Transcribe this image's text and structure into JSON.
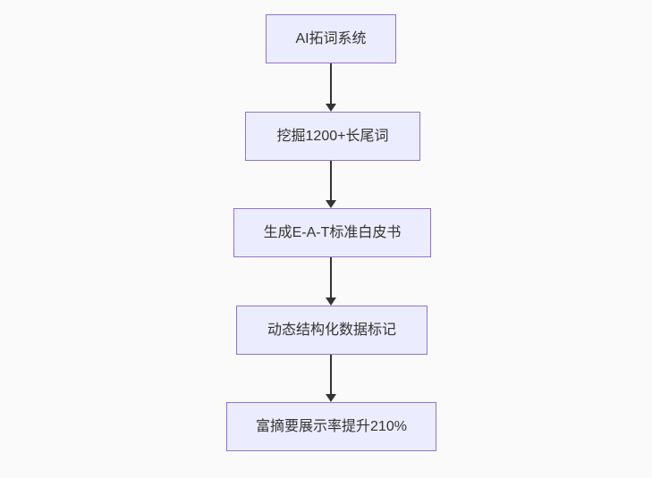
{
  "diagram": {
    "type": "flowchart",
    "direction": "top-down",
    "nodes": [
      {
        "label": "AI拓词系统"
      },
      {
        "label": "挖掘1200+长尾词"
      },
      {
        "label": "生成E-A-T标准白皮书"
      },
      {
        "label": "动态结构化数据标记"
      },
      {
        "label": "富摘要展示率提升210%"
      }
    ],
    "edges": [
      {
        "from": 0,
        "to": 1
      },
      {
        "from": 1,
        "to": 2
      },
      {
        "from": 2,
        "to": 3
      },
      {
        "from": 3,
        "to": 4
      }
    ]
  },
  "colors": {
    "background": "#fafafa",
    "node-fill": "#ececff",
    "node-border": "#9370db",
    "node-text": "#333333",
    "arrow": "#333333"
  }
}
